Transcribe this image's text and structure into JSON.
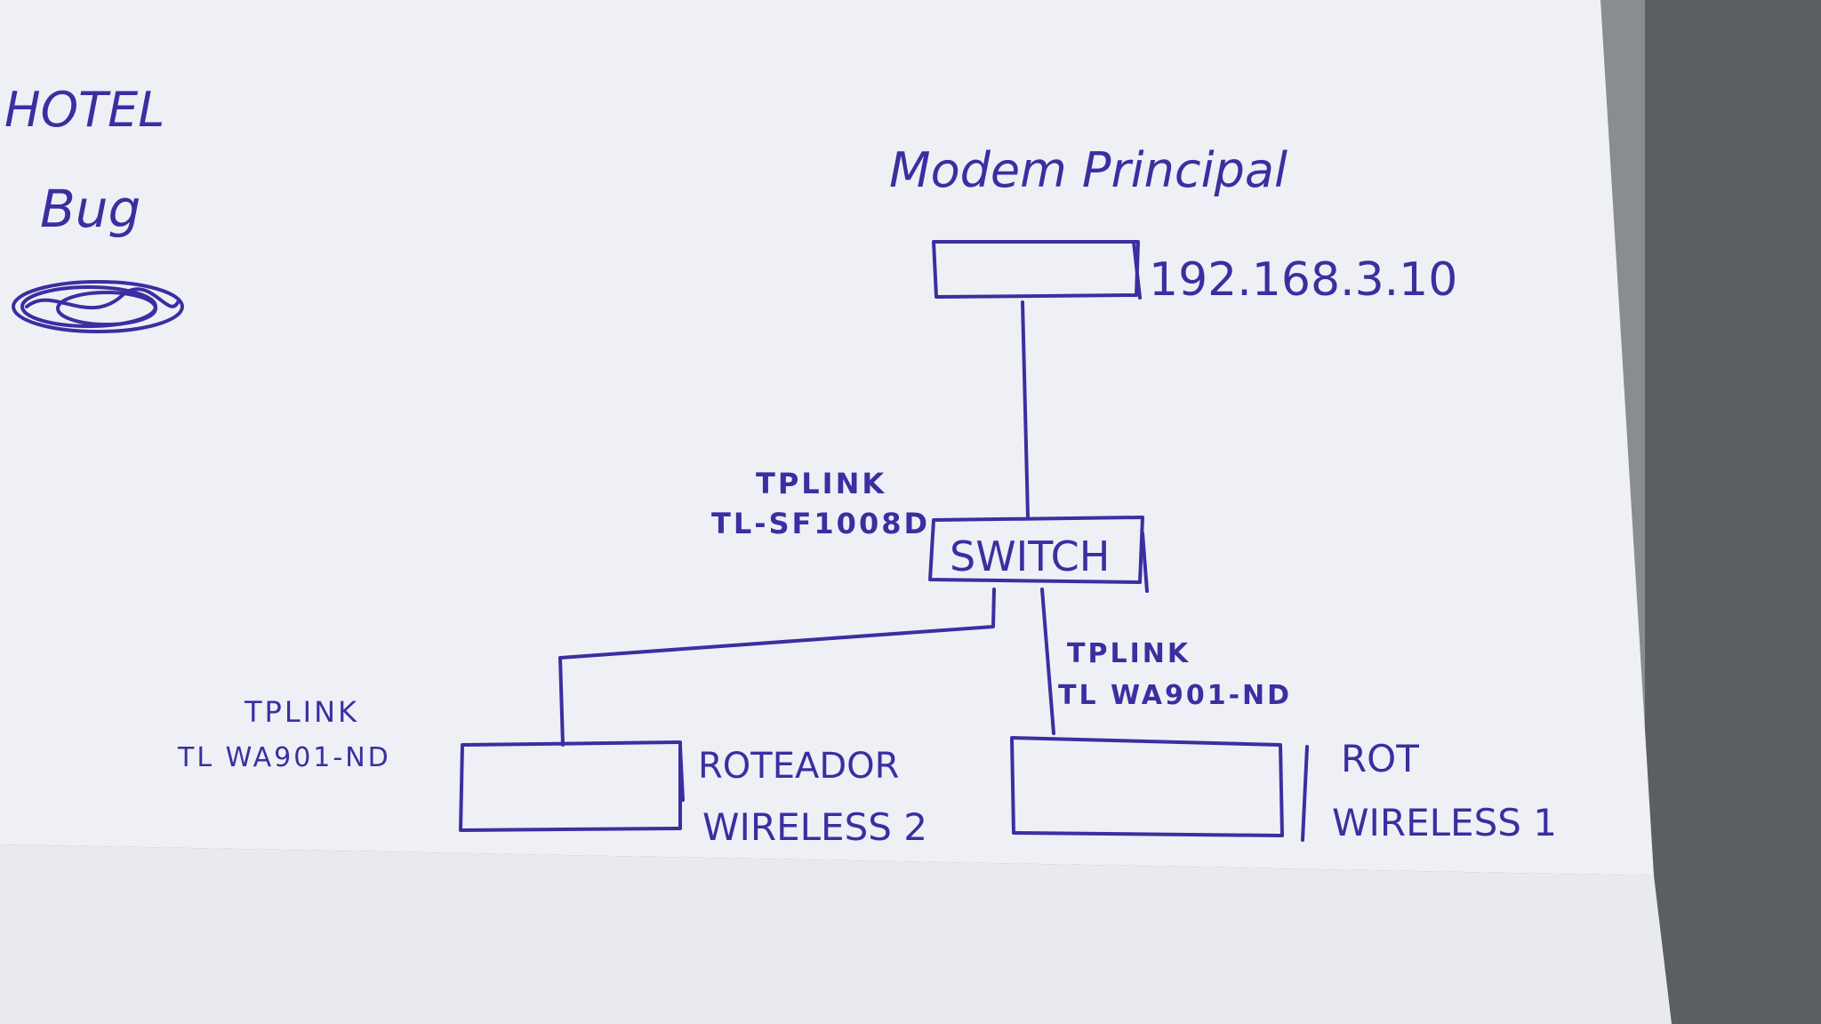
{
  "diagram": {
    "colors": {
      "ink": "#3a2fa0",
      "paper": "#efeff6",
      "table": "#6d6f72"
    },
    "margin_notes": {
      "hotel": "HOTEL",
      "bug": "Bug"
    },
    "modem": {
      "title": "Modem Principal",
      "ip": "192.168.3.10"
    },
    "switch": {
      "label": "SWITCH",
      "brand": "TPLINK",
      "model": "TL-SF1008D"
    },
    "router_2": {
      "brand": "TPLINK",
      "model": "TL WA901-ND",
      "name_line1": "ROTEADOR",
      "name_line2": "WIRELESS 2"
    },
    "router_1": {
      "brand": "TPLINK",
      "model": "TL WA901-ND",
      "name_line1": "ROT",
      "name_line2": "WIRELESS 1"
    }
  }
}
